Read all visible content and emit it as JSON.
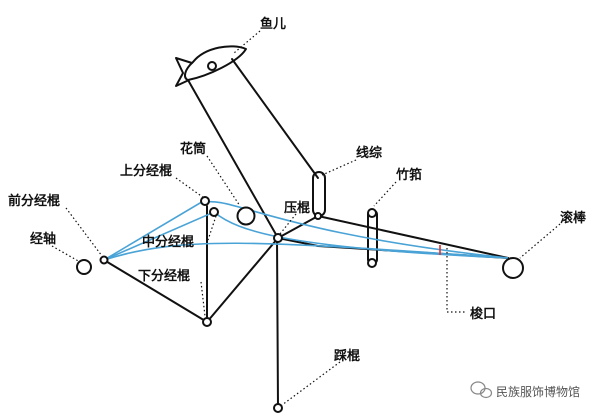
{
  "labels": {
    "yuer": "鱼儿",
    "huatong": "花筒",
    "xianzong": "线综",
    "zhujia": "竹筘",
    "shangfenjinggun": "上分经棍",
    "yagun": "压棍",
    "qianfenjinggun": "前分经棍",
    "gunbang": "滚棒",
    "jingzhou": "经轴",
    "zhongfenjinggun": "中分经棍",
    "xiafenjinggun": "下分经棍",
    "suokou": "梭口",
    "caigun": "踩棍"
  },
  "watermark": {
    "icon": "wechat-icon",
    "text": "民族服饰博物馆"
  },
  "colors": {
    "frame": "#111111",
    "warp": "#4aa3d6",
    "shed_mark": "#e03030"
  }
}
